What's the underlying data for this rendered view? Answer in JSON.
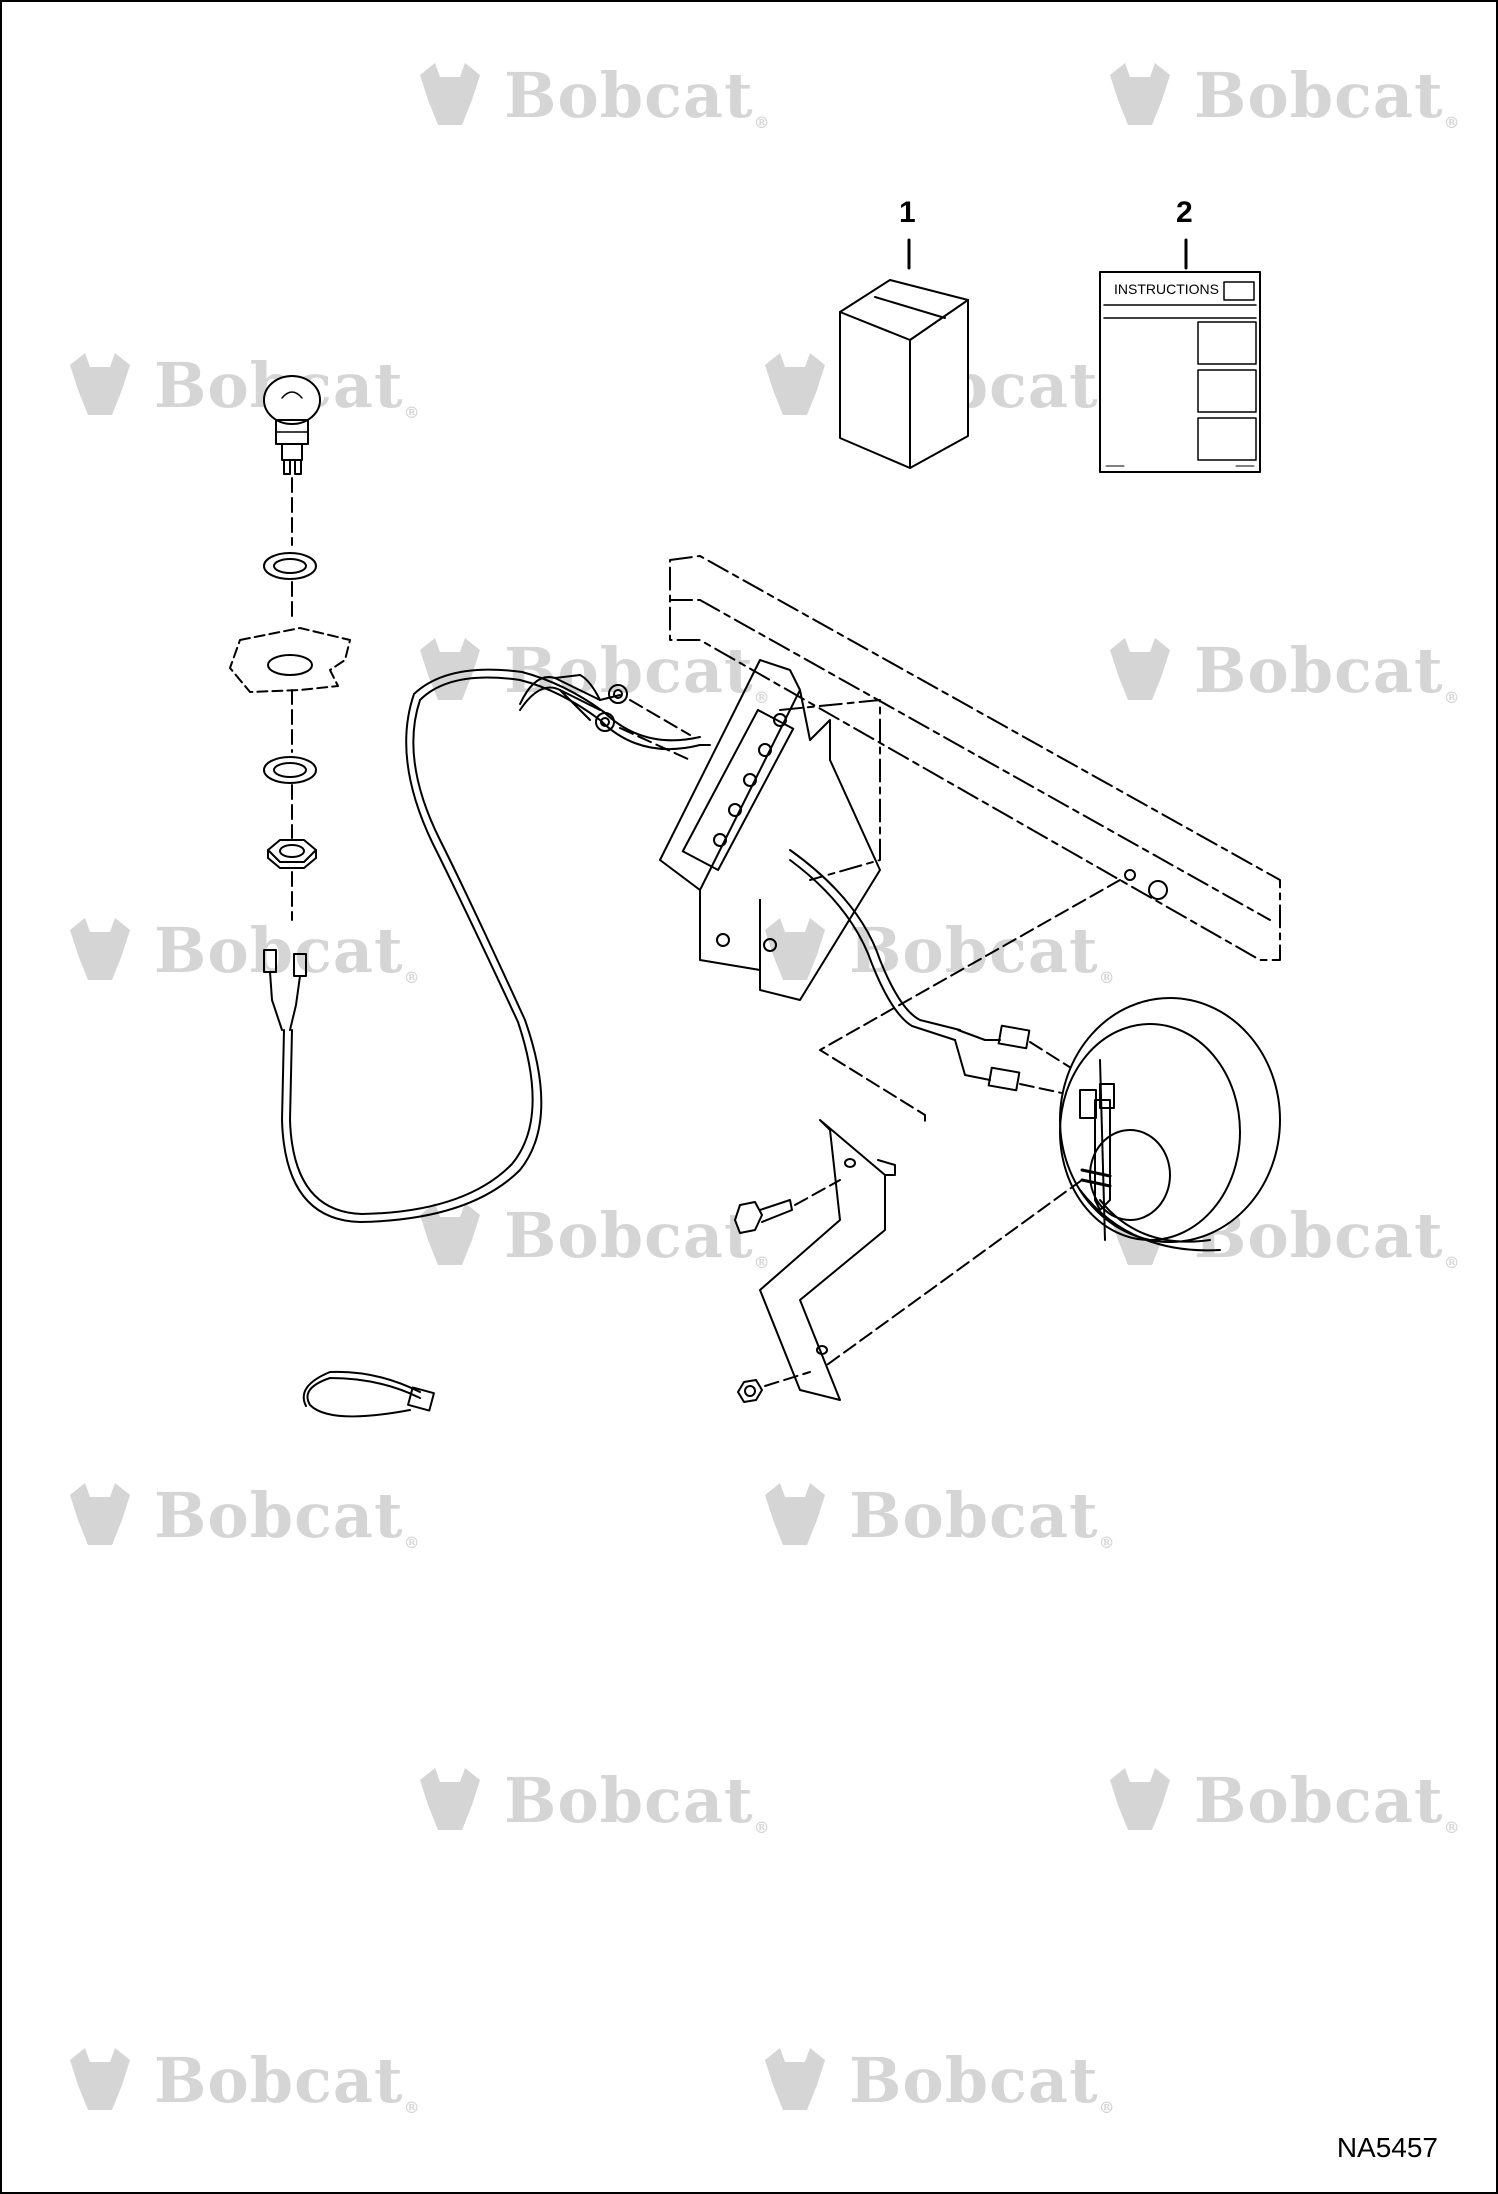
{
  "watermark": {
    "brand_text": "Bobcat",
    "reg_mark": "®"
  },
  "callouts": {
    "item_1": "1",
    "item_2": "2"
  },
  "instructions_sheet": {
    "title": "INSTRUCTIONS"
  },
  "figure_id": "NA5457"
}
